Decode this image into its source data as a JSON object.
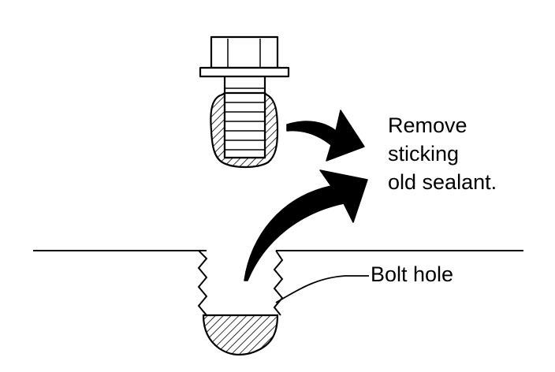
{
  "labels": {
    "instruction_line1": "Remove",
    "instruction_line2": "sticking",
    "instruction_line3": "old sealant.",
    "bolt_hole": "Bolt hole"
  },
  "colors": {
    "ink": "#000000",
    "paper": "#ffffff"
  }
}
